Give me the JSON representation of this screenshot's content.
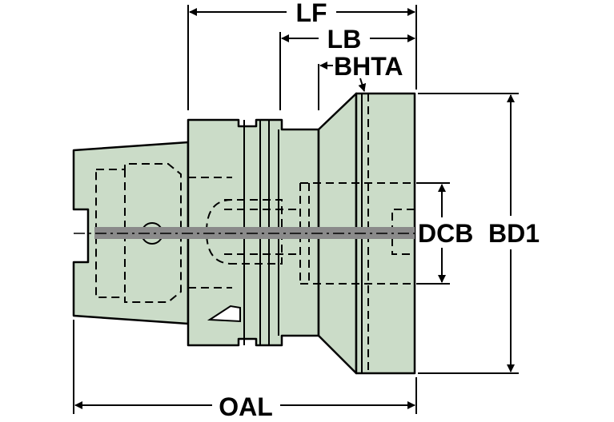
{
  "dimensions": {
    "lf": "LF",
    "lb": "LB",
    "bhta": "BHTA",
    "dcb": "DCB",
    "bd1": "BD1",
    "oal": "OAL"
  },
  "colors": {
    "body_fill": "#cbdcc8",
    "outline": "#000000",
    "background": "#ffffff"
  }
}
